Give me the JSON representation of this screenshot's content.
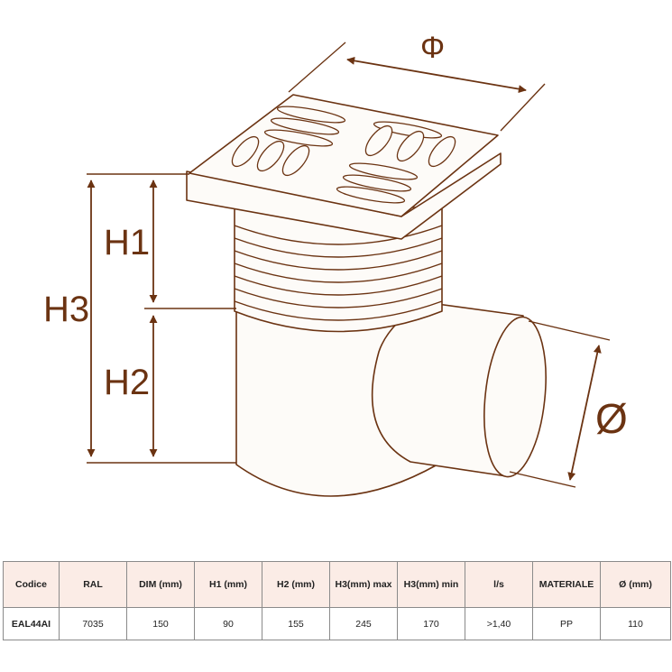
{
  "diagram": {
    "labels": {
      "phi": "Φ",
      "h1": "H1",
      "h2": "H2",
      "h3": "H3",
      "diameter": "Ø"
    },
    "colors": {
      "line": "#6b3312",
      "fill": "#fdfbf8"
    }
  },
  "table": {
    "headers": [
      "Codice",
      "RAL",
      "DIM (mm)",
      "H1 (mm)",
      "H2 (mm)",
      "H3(mm) max",
      "H3(mm) min",
      "l/s",
      "MATERIALE",
      "Ø (mm)"
    ],
    "rows": [
      [
        "EAL44AI",
        "7035",
        "150",
        "90",
        "155",
        "245",
        "170",
        ">1,40",
        "PP",
        "110"
      ]
    ],
    "colors": {
      "header_bg": "#fbece6",
      "border": "#8a8a8a"
    }
  }
}
